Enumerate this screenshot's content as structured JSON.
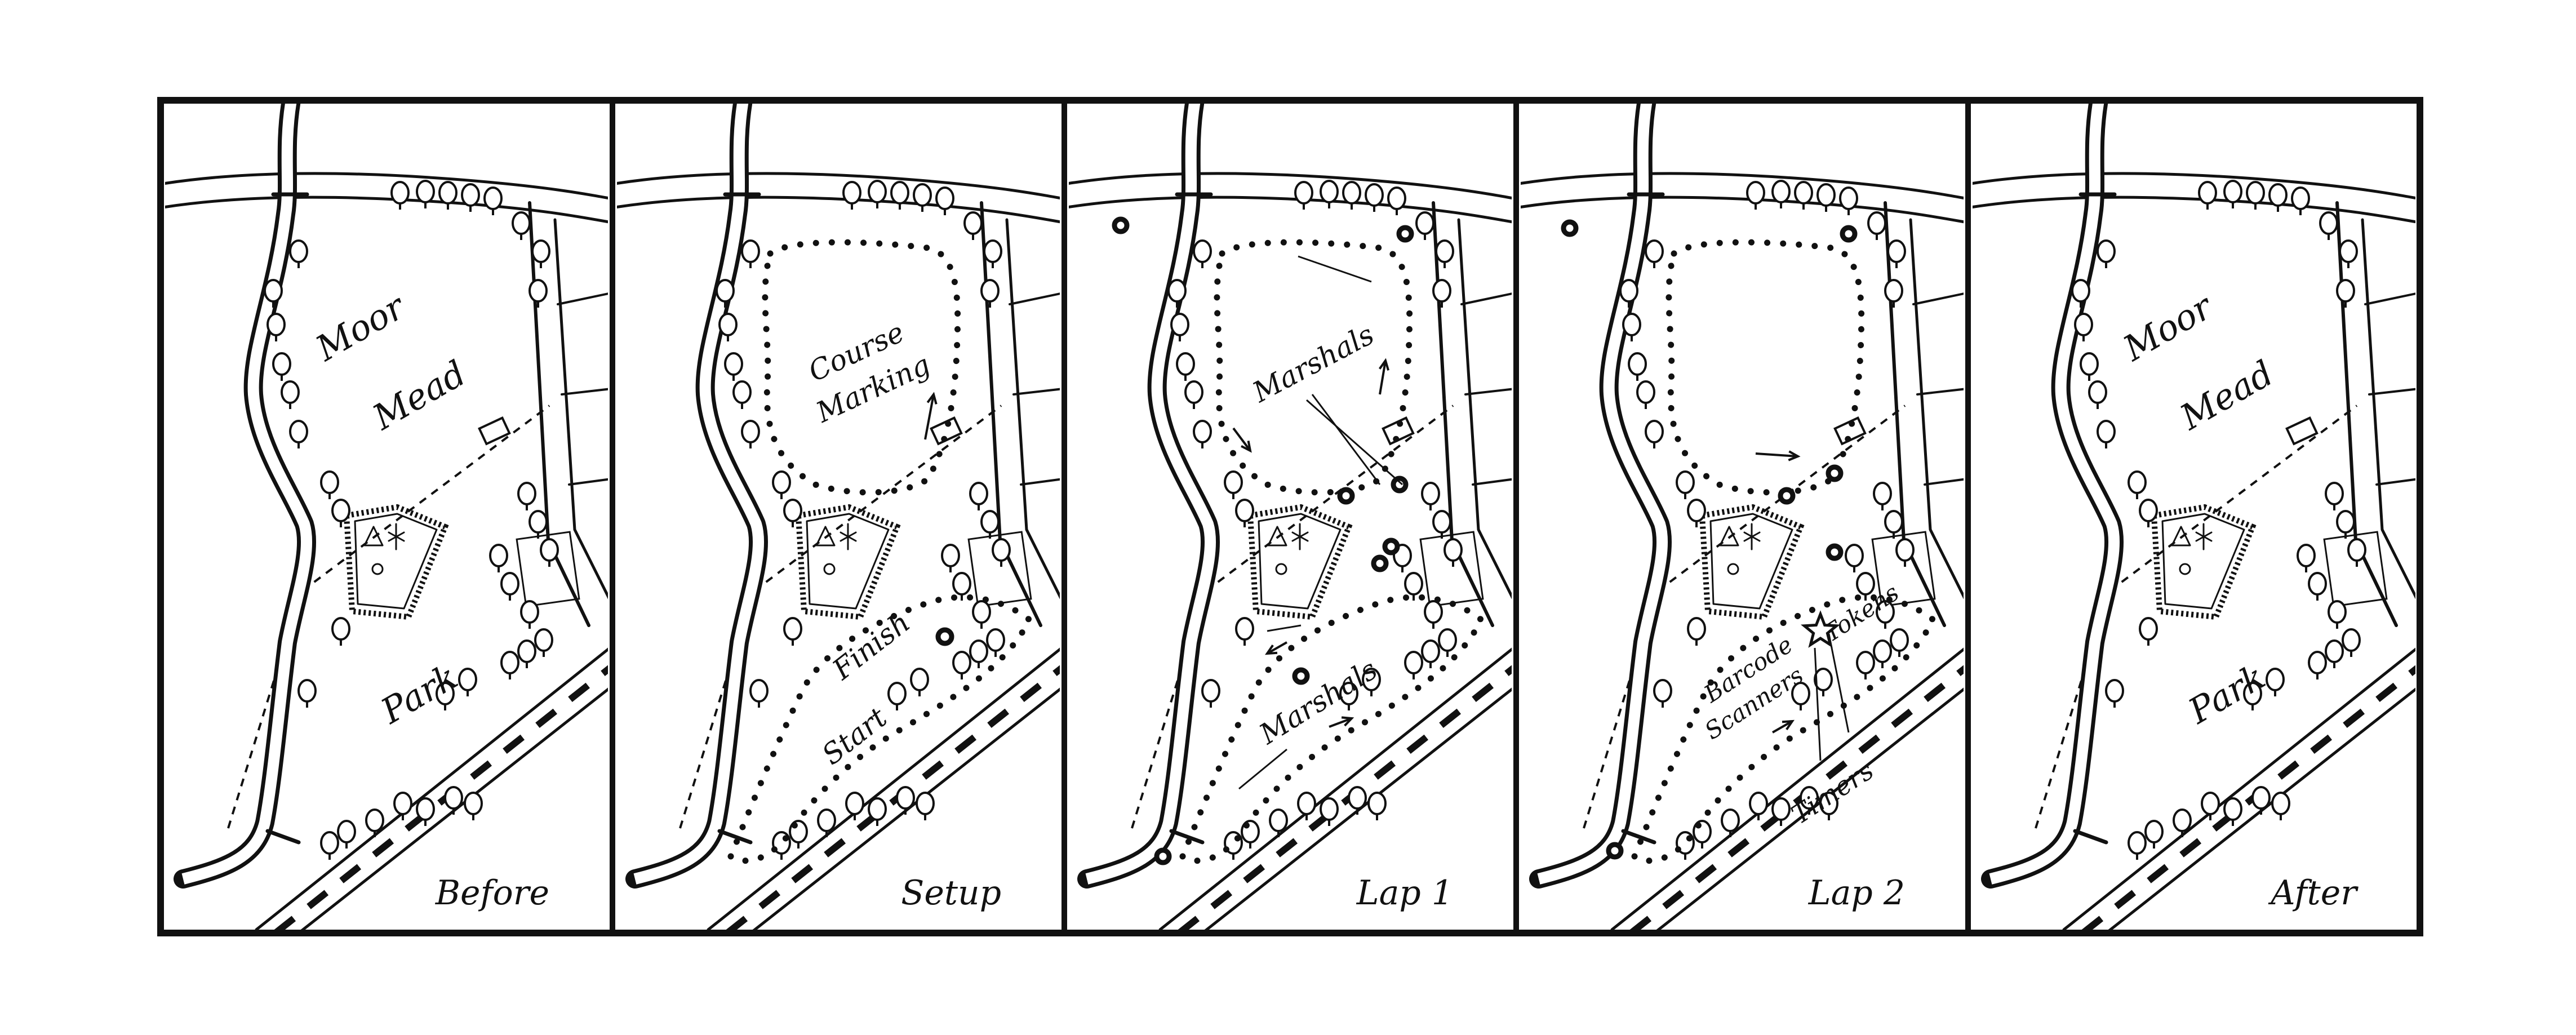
{
  "colors": {
    "ink": "#111111",
    "paper": "#ffffff"
  },
  "panels": [
    {
      "id": "before",
      "caption": "Before",
      "labels": [
        {
          "id": "moor",
          "text": "Moor"
        },
        {
          "id": "mead",
          "text": "Mead"
        },
        {
          "id": "park",
          "text": "Park"
        }
      ],
      "course": false
    },
    {
      "id": "setup",
      "caption": "Setup",
      "labels": [
        {
          "id": "course",
          "text": "Course"
        },
        {
          "id": "marking",
          "text": "Marking"
        },
        {
          "id": "finish",
          "text": "Finish"
        },
        {
          "id": "start",
          "text": "Start"
        }
      ],
      "course": true
    },
    {
      "id": "lap1",
      "caption": "Lap 1",
      "labels": [
        {
          "id": "marshals-top",
          "text": "Marshals"
        },
        {
          "id": "marshals-bottom",
          "text": "Marshals"
        }
      ],
      "course": true
    },
    {
      "id": "lap2",
      "caption": "Lap 2",
      "labels": [
        {
          "id": "barcode",
          "text": "Barcode"
        },
        {
          "id": "scanners",
          "text": "Scanners"
        },
        {
          "id": "tokens",
          "text": "Tokens"
        },
        {
          "id": "timers",
          "text": "Timers"
        }
      ],
      "course": true
    },
    {
      "id": "after",
      "caption": "After",
      "labels": [
        {
          "id": "moor",
          "text": "Moor"
        },
        {
          "id": "mead",
          "text": "Mead"
        },
        {
          "id": "park",
          "text": "Park"
        }
      ],
      "course": false
    }
  ]
}
